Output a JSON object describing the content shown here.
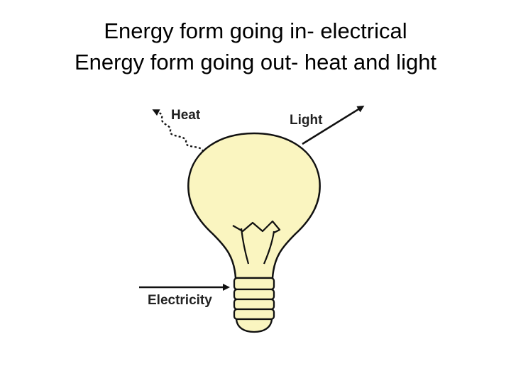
{
  "slide": {
    "title_lines": [
      "Energy form going in- electrical",
      "Energy form going out- heat and light"
    ]
  },
  "diagram": {
    "labels": {
      "heat": "Heat",
      "light": "Light",
      "electricity": "Electricity"
    },
    "colors": {
      "bulb_fill": "#faf5c0",
      "outline": "#111111"
    }
  }
}
